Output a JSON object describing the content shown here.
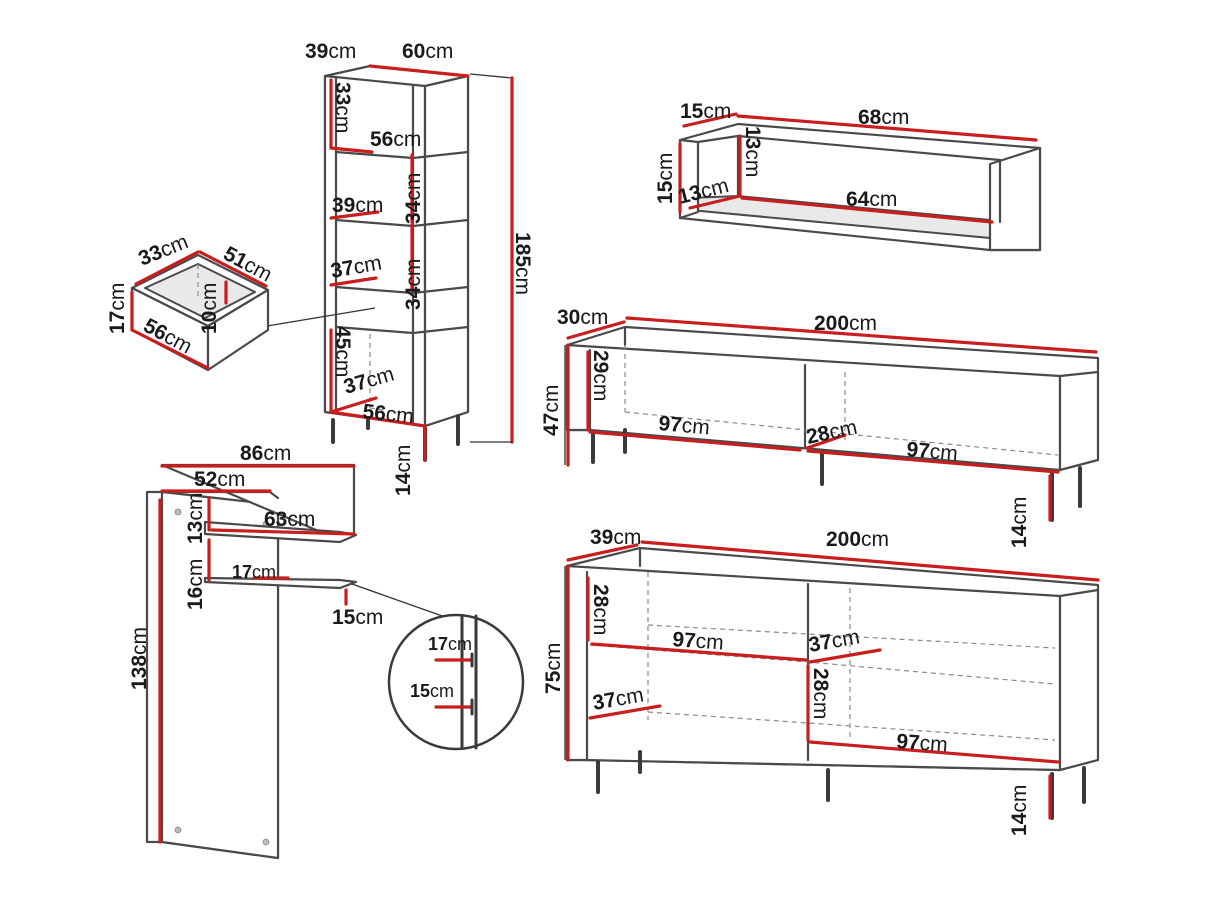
{
  "labels": {
    "tall_depth": {
      "num": "39",
      "unit": "cm"
    },
    "tall_width": {
      "num": "60",
      "unit": "cm"
    },
    "tall_shelf_h1": {
      "num": "33",
      "unit": "cm"
    },
    "tall_inner_w1": {
      "num": "56",
      "unit": "cm"
    },
    "tall_depth2": {
      "num": "39",
      "unit": "cm"
    },
    "tall_shelf_h2": {
      "num": "34",
      "unit": "cm"
    },
    "tall_depth3": {
      "num": "37",
      "unit": "cm"
    },
    "tall_shelf_h3": {
      "num": "34",
      "unit": "cm"
    },
    "tall_shelf_h4": {
      "num": "45",
      "unit": "cm"
    },
    "tall_depth4": {
      "num": "37",
      "unit": "cm"
    },
    "tall_inner_w2": {
      "num": "56",
      "unit": "cm"
    },
    "tall_height": {
      "num": "185",
      "unit": "cm"
    },
    "tall_leg": {
      "num": "14",
      "unit": "cm"
    },
    "drawer_depth": {
      "num": "33",
      "unit": "cm"
    },
    "drawer_len": {
      "num": "51",
      "unit": "cm"
    },
    "drawer_h": {
      "num": "17",
      "unit": "cm"
    },
    "drawer_inner_h": {
      "num": "10",
      "unit": "cm"
    },
    "drawer_w": {
      "num": "56",
      "unit": "cm"
    },
    "wall_depth": {
      "num": "15",
      "unit": "cm"
    },
    "wall_width": {
      "num": "68",
      "unit": "cm"
    },
    "wall_inner_h": {
      "num": "13",
      "unit": "cm"
    },
    "wall_height": {
      "num": "15",
      "unit": "cm"
    },
    "wall_inner_d": {
      "num": "13",
      "unit": "cm"
    },
    "wall_inner_w": {
      "num": "64",
      "unit": "cm"
    },
    "tv_depth": {
      "num": "30",
      "unit": "cm"
    },
    "tv_width": {
      "num": "200",
      "unit": "cm"
    },
    "tv_inner_h": {
      "num": "29",
      "unit": "cm"
    },
    "tv_height": {
      "num": "47",
      "unit": "cm"
    },
    "tv_comp1": {
      "num": "97",
      "unit": "cm"
    },
    "tv_inner_d": {
      "num": "28",
      "unit": "cm"
    },
    "tv_comp2": {
      "num": "97",
      "unit": "cm"
    },
    "tv_leg": {
      "num": "14",
      "unit": "cm"
    },
    "hall_width": {
      "num": "86",
      "unit": "cm"
    },
    "hall_inner_w": {
      "num": "52",
      "unit": "cm"
    },
    "hall_shelf_gap1": {
      "num": "13",
      "unit": "cm"
    },
    "hall_shelf_w": {
      "num": "63",
      "unit": "cm"
    },
    "hall_shelf_gap2": {
      "num": "16",
      "unit": "cm"
    },
    "hall_shelf_d": {
      "num": "17",
      "unit": "cm"
    },
    "hall_lip": {
      "num": "15",
      "unit": "cm"
    },
    "hall_height": {
      "num": "138",
      "unit": "cm"
    },
    "zoom_a": {
      "num": "17",
      "unit": "cm"
    },
    "zoom_b": {
      "num": "15",
      "unit": "cm"
    },
    "sb_depth": {
      "num": "39",
      "unit": "cm"
    },
    "sb_width": {
      "num": "200",
      "unit": "cm"
    },
    "sb_inner_h1": {
      "num": "28",
      "unit": "cm"
    },
    "sb_comp1": {
      "num": "97",
      "unit": "cm"
    },
    "sb_depth2": {
      "num": "37",
      "unit": "cm"
    },
    "sb_height": {
      "num": "75",
      "unit": "cm"
    },
    "sb_inner_h2": {
      "num": "28",
      "unit": "cm"
    },
    "sb_depth3": {
      "num": "37",
      "unit": "cm"
    },
    "sb_comp2": {
      "num": "97",
      "unit": "cm"
    },
    "sb_leg": {
      "num": "14",
      "unit": "cm"
    }
  }
}
